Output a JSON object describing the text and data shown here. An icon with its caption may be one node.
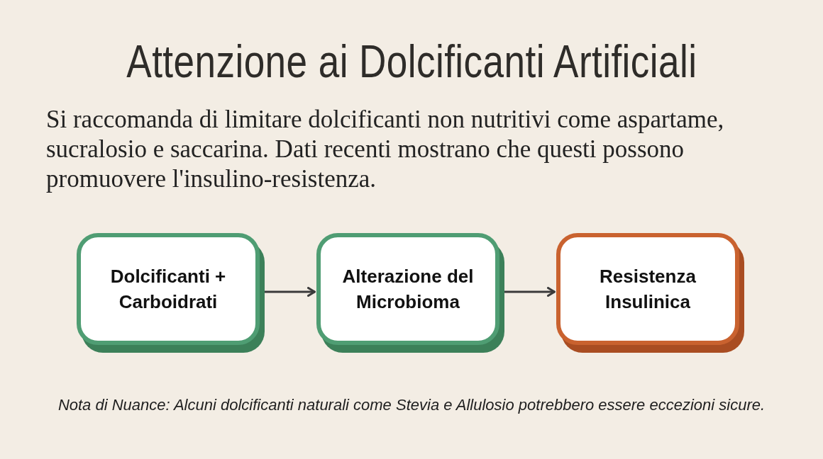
{
  "diagram": {
    "title": "Attenzione ai Dolcificanti Artificiali",
    "nodes": [
      {
        "text": [
          "Dolcificanti + Carboidrati"
        ]
      },
      {
        "text": [
          "Alterazione del Microbioma"
        ]
      },
      {
        "text": [
          "Resistenza Insulinica"
        ]
      }
    ],
    "edges": [
      {
        "from": 0,
        "to": 1,
        "arrow": "to"
      },
      {
        "from": 1,
        "to": 2,
        "arrow": "to"
      }
    ],
    "labels": [
      "Si raccomanda di limitare dolcificanti non nutritivi come aspartame, sucralosio e saccarina. Dati recenti mostrano che questi possono promuovere l'insulino-resistenza.",
      "Nota di Nuance: Alcuni dolcificanti naturali come Stevia e Allulosio potrebbero essere eccezioni sicure."
    ]
  }
}
